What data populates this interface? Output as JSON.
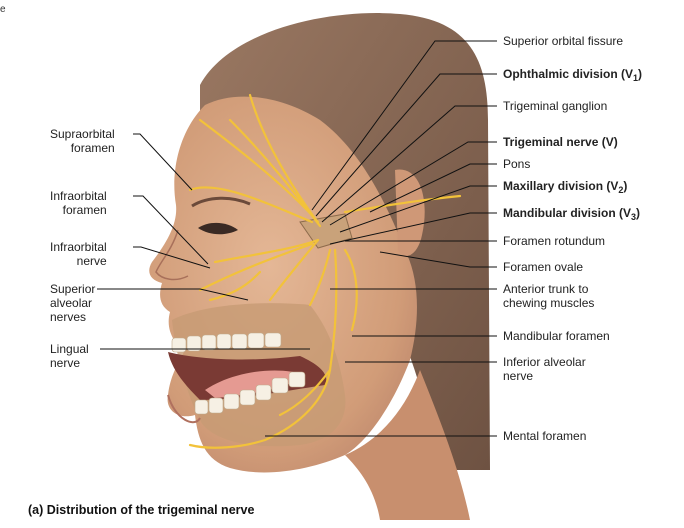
{
  "figure": {
    "caption": "(a) Distribution of the trigeminal nerve",
    "colors": {
      "nerve": "#f2c23a",
      "skin": "#d9a884",
      "hair": "#8a6a55",
      "bone": "#c9a27a",
      "leader": "#111111"
    }
  },
  "labels_left": {
    "supraorbital": "Supraorbital\nforamen",
    "infraorbital_foramen": "Infraorbital\nforamen",
    "infraorbital_nerve": "Infraorbital\nnerve",
    "superior_alveolar": "Superior\nalveolar\nnerves",
    "lingual": "Lingual\nnerve"
  },
  "labels_right": {
    "superior_orbital_fissure": "Superior orbital fissure",
    "ophthalmic_text": "Ophthalmic division (V",
    "ophthalmic_sub": "1",
    "trigeminal_ganglion": "Trigeminal ganglion",
    "trigeminal_nerve": "Trigeminal nerve (V)",
    "pons": "Pons",
    "maxillary_text": "Maxillary division (V",
    "maxillary_sub": "2",
    "mandibular_text": "Mandibular division (V",
    "mandibular_sub": "3",
    "foramen_rotundum": "Foramen rotundum",
    "foramen_ovale": "Foramen ovale",
    "anterior_trunk": "Anterior trunk to\nchewing muscles",
    "mandibular_foramen": "Mandibular foramen",
    "inferior_alveolar": "Inferior alveolar\nnerve",
    "mental_foramen": "Mental foramen"
  }
}
